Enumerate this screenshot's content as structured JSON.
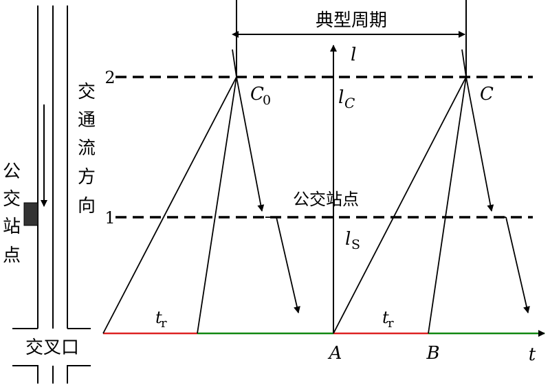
{
  "diagram": {
    "period_label": "典型周期",
    "axis_vertical_label": "l",
    "axis_horizontal_label": "t",
    "level_2_label": "2",
    "level_1_label": "1",
    "lc_main": "l",
    "lc_sub": "C",
    "ls_main": "l",
    "ls_sub": "S",
    "c0_main": "C",
    "c0_sub": "0",
    "c_label": "C",
    "bus_stop_line_label": "公交站点",
    "flow_direction_chars": [
      "交",
      "通",
      "流",
      "方",
      "向"
    ],
    "bus_stop_side_chars": [
      "公",
      "交",
      "站",
      "点"
    ],
    "intersection_label": "交叉口",
    "tr_main": "t",
    "tr_sub": "r",
    "point_a": "A",
    "point_b": "B"
  },
  "colors": {
    "red_phase": "#dd2222",
    "green_phase": "#118811",
    "ink": "#000000",
    "stop_marker": "#333333"
  }
}
